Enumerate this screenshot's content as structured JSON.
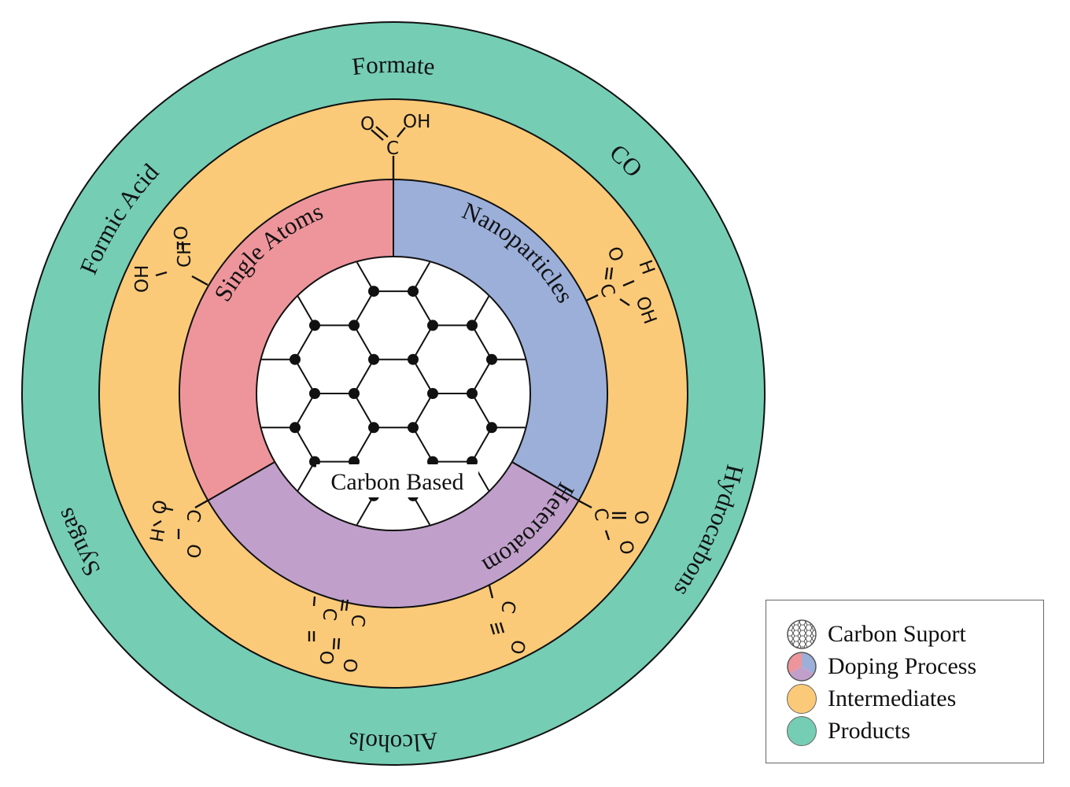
{
  "center": {
    "label": "Carbon Based"
  },
  "doping": [
    {
      "key": "single_atoms",
      "label": "Single Atoms",
      "color": "#EE959C"
    },
    {
      "key": "nanoparticles",
      "label": "Nanoparticles",
      "color": "#9BAFD9"
    },
    {
      "key": "heteroatom",
      "label": "Heteroatom",
      "color": "#C0A0CB"
    }
  ],
  "intermediates": {
    "color": "#FBCA78",
    "chem_text": {
      "o": "O",
      "oh": "OH",
      "c": "C",
      "ch": "CH",
      "h": "H"
    }
  },
  "products": {
    "color": "#75CDB4",
    "labels": {
      "formate": "Formate",
      "co": "CO",
      "hydrocarbons": "Hydrocarbons",
      "alcohols": "Alcohols",
      "syngas": "Syngas",
      "formic_acid": "Formic Acid"
    }
  },
  "legend": {
    "items": [
      {
        "label": "Carbon Suport",
        "swatch": "carbon-grid-icon"
      },
      {
        "label": "Doping Process",
        "swatch": "doping-pie-icon"
      },
      {
        "label": "Intermediates",
        "swatch": "intermediates-circle",
        "color": "#FBCA78"
      },
      {
        "label": "Products",
        "swatch": "products-circle",
        "color": "#75CDB4"
      }
    ]
  }
}
